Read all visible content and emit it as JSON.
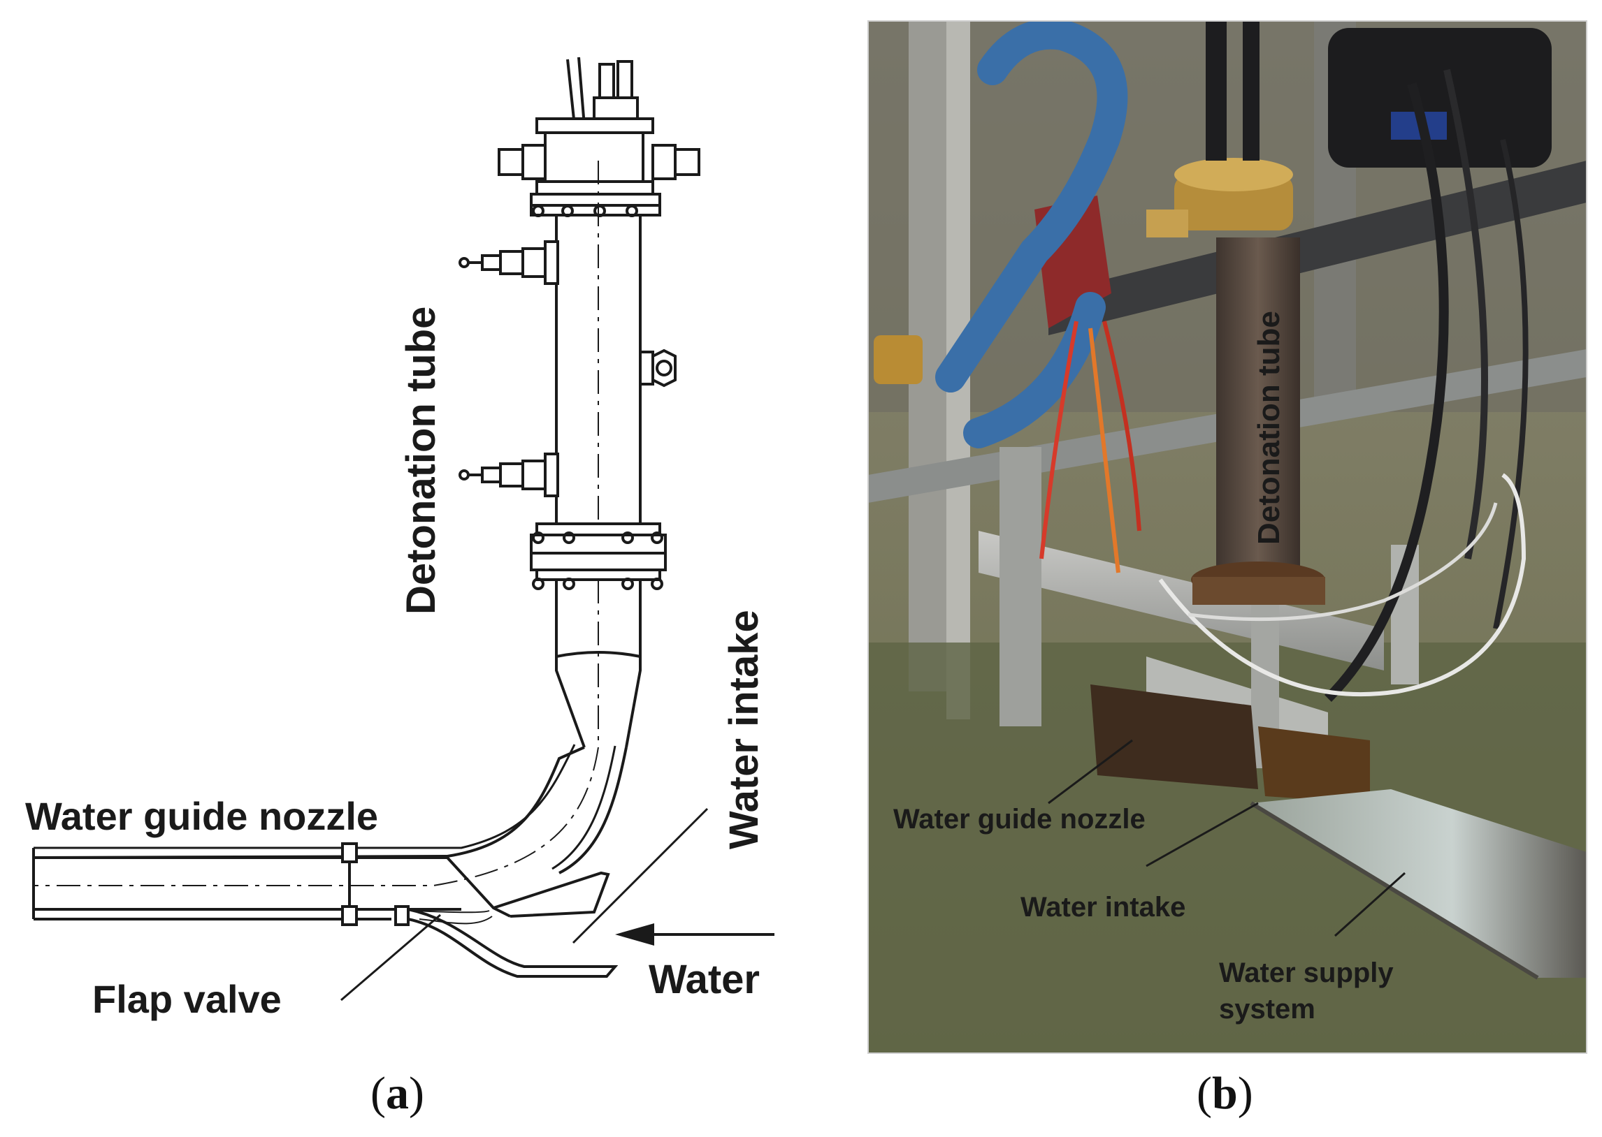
{
  "panel_a": {
    "labels": {
      "detonation_tube": "Detonation tube",
      "water_intake": "Water intake",
      "water_guide_nozzle": "Water guide nozzle",
      "flap_valve": "Flap valve",
      "water": "Water"
    },
    "caption": "a"
  },
  "panel_b": {
    "labels": {
      "detonation_tube": "Detonation tube",
      "water_guide_nozzle": "Water guide nozzle",
      "water_intake": "Water intake",
      "water_supply_line1": "Water supply",
      "water_supply_line2": "system"
    },
    "caption": "b"
  }
}
